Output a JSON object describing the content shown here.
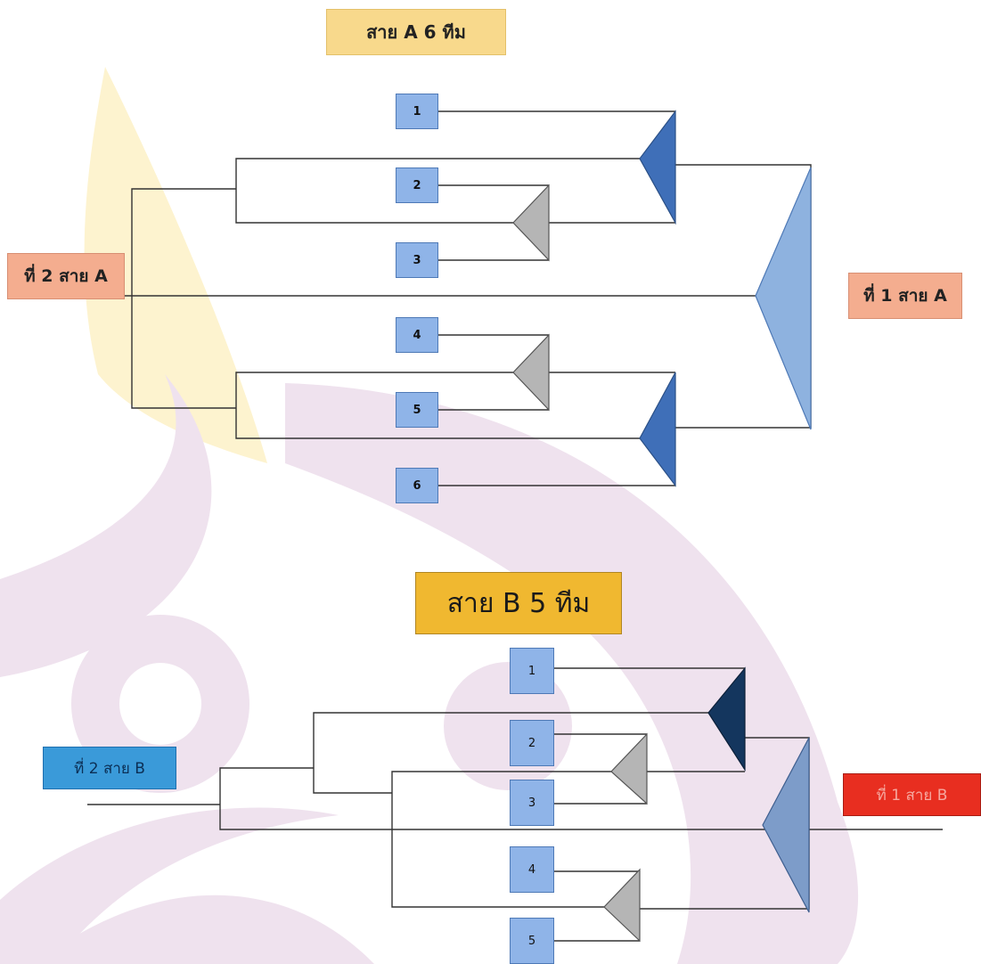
{
  "bracket_a": {
    "title": "สาย A   6 ทีม",
    "second_place": "ที่ 2 สาย A",
    "first_place": "ที่ 1 สาย A",
    "teams": [
      "1",
      "2",
      "3",
      "4",
      "5",
      "6"
    ]
  },
  "bracket_b": {
    "title": "สาย B 5 ทีม",
    "second_place": "ที่ 2 สาย B",
    "first_place": "ที่ 1 สาย B",
    "teams": [
      "1",
      "2",
      "3",
      "4",
      "5"
    ]
  },
  "colors": {
    "semi_winner_a": "#3f6fb8",
    "final_a": "#8eb2df",
    "first_round": "#b5b5b5",
    "semi_winner_b": "#14365e",
    "final_b": "#7d9cc9",
    "watermark_yellow": "#fdf3cf",
    "watermark_purple": "#efe2ee"
  }
}
